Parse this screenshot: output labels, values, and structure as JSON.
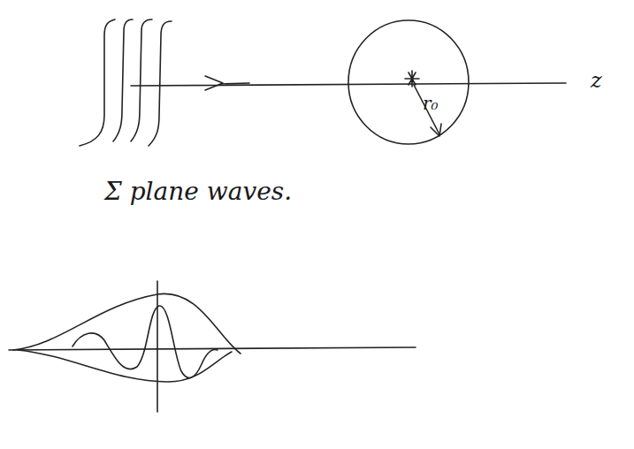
{
  "diagram": {
    "labels": [
      "r₀",
      "z",
      "Σ plane waves."
    ]
  }
}
